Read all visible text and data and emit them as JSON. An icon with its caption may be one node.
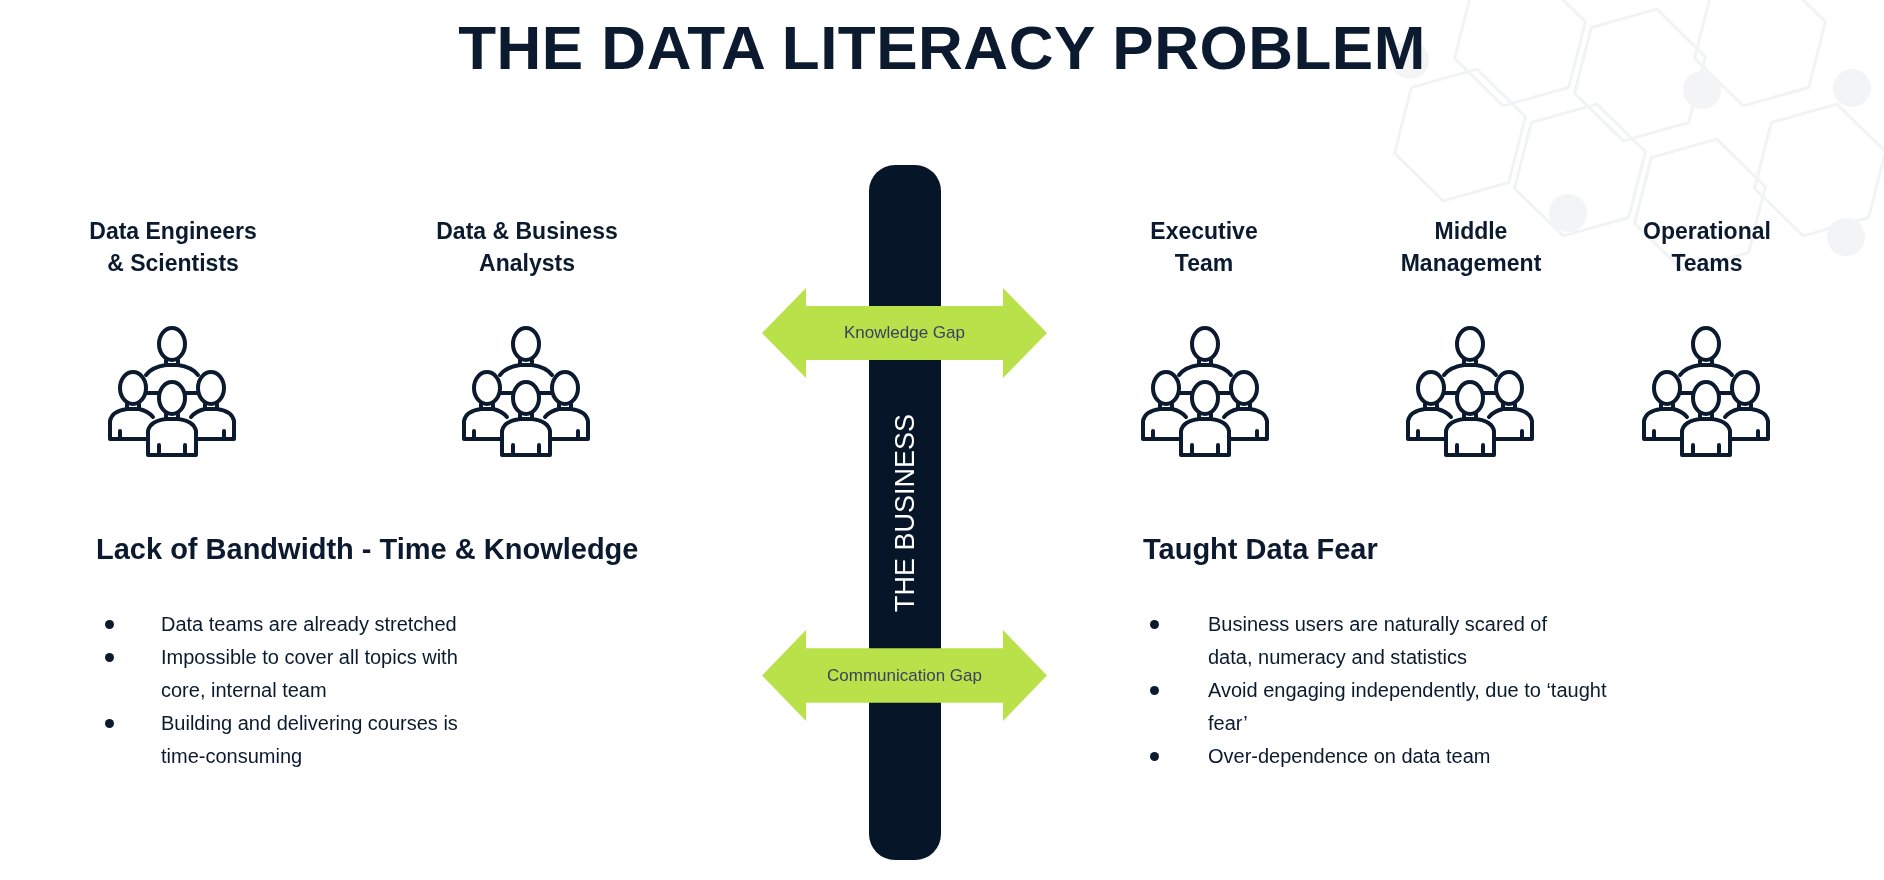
{
  "diagram": {
    "title": "THE DATA LITERACY PROBLEM",
    "nodes": [
      {
        "text": [
          "Data Engineers & Scientists"
        ]
      },
      {
        "text": [
          "Data & Business Analysts"
        ]
      },
      {
        "text": [
          "Executive Team"
        ]
      },
      {
        "text": [
          "Middle Management"
        ]
      },
      {
        "text": [
          "Operational Teams"
        ]
      },
      {
        "text": [
          "THE BUSINESS"
        ]
      },
      {
        "text": [
          "Knowledge Gap"
        ]
      },
      {
        "text": [
          "Communication Gap"
        ]
      }
    ],
    "labels": [
      "Lack of Bandwidth - Time & Knowledge",
      "Data teams are already stretched",
      "Impossible to cover all topics with core, internal team",
      "Building and delivering courses is time-consuming",
      "Taught Data Fear",
      "Business users are naturally scared of data, numeracy and statistics",
      "Avoid engaging independently, due to ‘taught fear’",
      "Over-dependence on data team"
    ]
  }
}
